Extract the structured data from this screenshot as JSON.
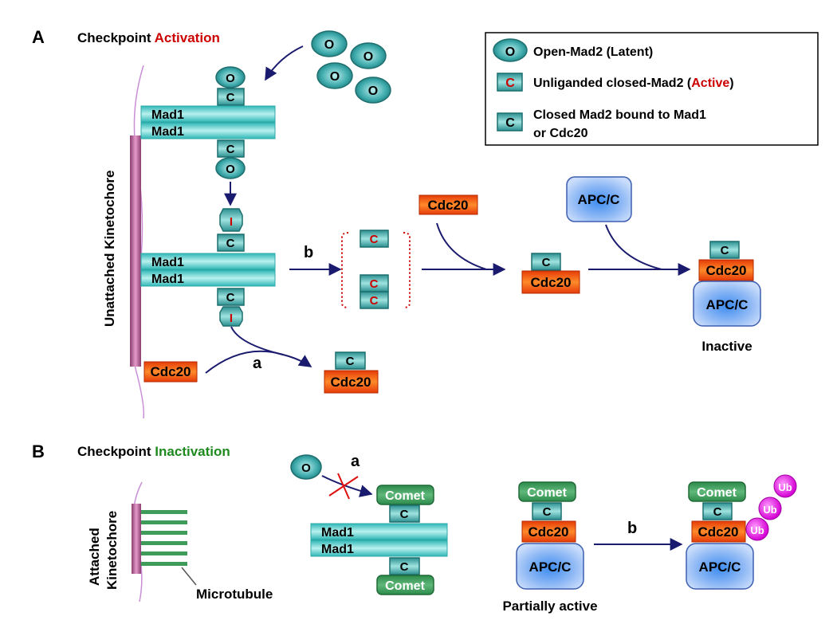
{
  "panel_a": {
    "letter": "A",
    "title_prefix": "Checkpoint ",
    "title_highlight": "Activation",
    "kinetochore_label": "Unattached Kinetochore",
    "mad1": "Mad1",
    "open_letter": "O",
    "closed_letter": "C",
    "intermediate_letter": "I",
    "cdc20": "Cdc20",
    "apcc": "APC/C",
    "step_a": "a",
    "step_b": "b",
    "inactive_label": "Inactive"
  },
  "legend": {
    "open_symbol": "O",
    "open_label": "Open-Mad2 (Latent)",
    "unliganded_symbol": "C",
    "unliganded_label_prefix": "Unliganded closed-Mad2 (",
    "unliganded_label_active": "Active",
    "unliganded_label_suffix": ")",
    "bound_symbol": "C",
    "bound_label_line1": "Closed Mad2 bound to Mad1",
    "bound_label_line2": "or Cdc20"
  },
  "panel_b": {
    "letter": "B",
    "title_prefix": "Checkpoint ",
    "title_highlight": "Inactivation",
    "kinetochore_line1": "Attached",
    "kinetochore_line2": "Kinetochore",
    "microtubule_label": "Microtubule",
    "open_letter": "O",
    "comet": "Comet",
    "closed_letter": "C",
    "mad1": "Mad1",
    "cdc20": "Cdc20",
    "apcc": "APC/C",
    "ub": "Ub",
    "step_a": "a",
    "step_b": "b",
    "partial_label": "Partially active"
  },
  "colors": {
    "teal": "#3cb4b4",
    "teal_dark": "#1d6f6f",
    "orange": "#f04e10",
    "apc_blue": "#9ec2f5",
    "arrow_navy": "#1a1a6e",
    "kinetochore_pink": "#c76aa6",
    "comet_green": "#3f9b5a",
    "ub_magenta": "#e020e0",
    "red_text": "#cc0000",
    "green_text": "#1e8a1e"
  }
}
